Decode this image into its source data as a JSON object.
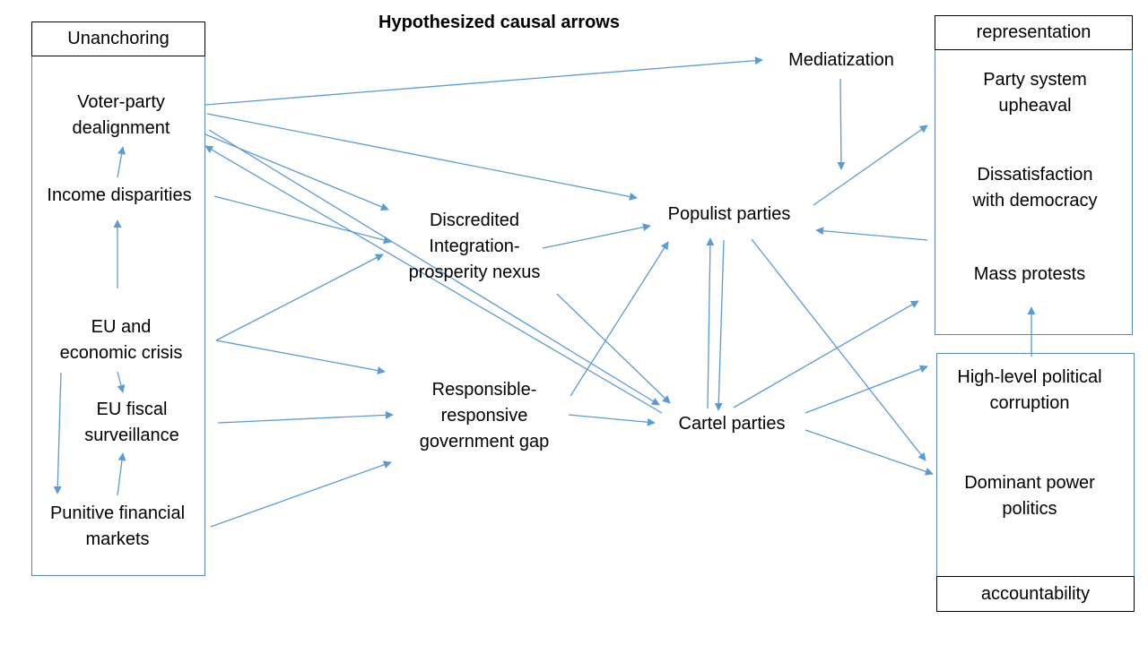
{
  "title": "Hypothesized causal arrows",
  "colors": {
    "arrow": "#5b9bd5",
    "box_border": "#5b87b5",
    "header_border": "#000000"
  },
  "groups": {
    "unanchoring": "Unanchoring",
    "representation": "representation",
    "accountability": "accountability"
  },
  "nodes": {
    "voter_party": "Voter-party\ndealignment",
    "income": "Income disparities",
    "eu_crisis": "EU and\neconomic crisis",
    "eu_fiscal": "EU fiscal\nsurveillance",
    "punitive": "Punitive financial\nmarkets",
    "discredited": "Discredited\nIntegration-\nprosperity nexus",
    "responsible": "Responsible-\nresponsive\ngovernment gap",
    "mediatization": "Mediatization",
    "populist": "Populist parties",
    "cartel": "Cartel parties",
    "party_system": "Party system\nupheaval",
    "dissatisfaction": "Dissatisfaction\nwith democracy",
    "mass_protests": "Mass protests",
    "corruption": "High-level political\ncorruption",
    "dominant": "Dominant power\npolitics"
  }
}
